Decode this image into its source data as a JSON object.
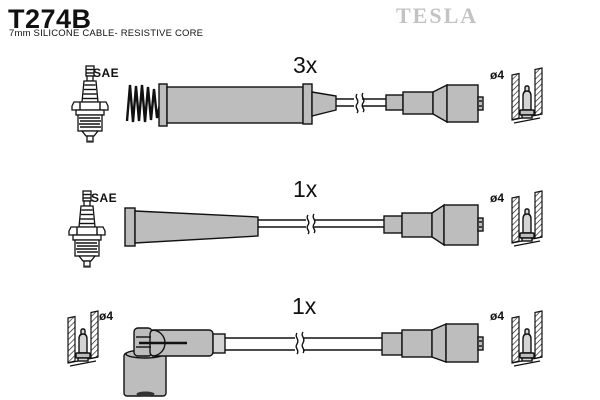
{
  "header": {
    "part_number": "T274B",
    "subtitle": "7mm SILICONE CABLE- RESISTIVE CORE",
    "brand": "TESLA"
  },
  "colors": {
    "background": "#ffffff",
    "line": "#111111",
    "fill_gray": "#bdbdbd",
    "fill_light": "#d4d4d4",
    "brand_gray": "#c3c3c3"
  },
  "rows": [
    {
      "quantity": "3x",
      "left_connector": "spark-plug",
      "left_label": "SAE",
      "cable_style": "straight boot with spring end",
      "right_connector": "socket-cross-section",
      "right_label": "ø4"
    },
    {
      "quantity": "1x",
      "left_connector": "spark-plug",
      "left_label": "SAE",
      "cable_style": "tapered straight boot",
      "right_connector": "socket-cross-section",
      "right_label": "ø4"
    },
    {
      "quantity": "1x",
      "left_connector": "socket-cross-section",
      "left_label": "ø4",
      "cable_style": "90-degree angled boot",
      "right_connector": "socket-cross-section",
      "right_label": "ø4"
    }
  ]
}
